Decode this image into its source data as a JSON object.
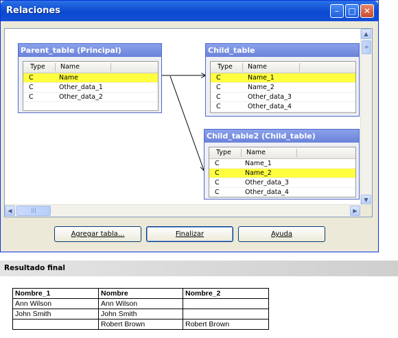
{
  "window": {
    "title": "Relaciones",
    "controls": {
      "minimize": "–",
      "maximize": "□",
      "close": "✕"
    }
  },
  "tables": [
    {
      "title": "Parent_table (Principal)",
      "columns": [
        "Type",
        "Name"
      ],
      "rows": [
        {
          "type": "C",
          "name": "Name",
          "selected": true
        },
        {
          "type": "C",
          "name": "Other_data_1",
          "selected": false
        },
        {
          "type": "C",
          "name": "Other_data_2",
          "selected": false
        }
      ]
    },
    {
      "title": "Child_table",
      "columns": [
        "Type",
        "Name"
      ],
      "rows": [
        {
          "type": "C",
          "name": "Name_1",
          "selected": true
        },
        {
          "type": "C",
          "name": "Name_2",
          "selected": false
        },
        {
          "type": "C",
          "name": "Other_data_3",
          "selected": false
        },
        {
          "type": "C",
          "name": "Other_data_4",
          "selected": false
        }
      ]
    },
    {
      "title": "Child_table2 (Child_table)",
      "columns": [
        "Type",
        "Name"
      ],
      "rows": [
        {
          "type": "C",
          "name": "Name_1",
          "selected": false
        },
        {
          "type": "C",
          "name": "Name_2",
          "selected": true
        },
        {
          "type": "C",
          "name": "Other_data_3",
          "selected": false
        },
        {
          "type": "C",
          "name": "Other_data_4",
          "selected": false
        }
      ]
    }
  ],
  "buttons": {
    "add_table": "Agregar tabla...",
    "finish": "Finalizar",
    "help": "Ayuda"
  },
  "result": {
    "heading": "Resultado final",
    "columns": [
      "Nombre_1",
      "Nombre",
      "Nombre_2"
    ],
    "rows": [
      [
        "Ann Wilson",
        "Ann Wilson",
        ""
      ],
      [
        "John Smith",
        "John Smith",
        ""
      ],
      [
        "",
        "Robert Brown",
        "Robert Brown"
      ]
    ]
  },
  "icons": {
    "scroll_up": "▲",
    "scroll_down": "▼",
    "scroll_left": "◀",
    "scroll_right": "▶",
    "grip": "≡",
    "grip_h": "|||"
  }
}
